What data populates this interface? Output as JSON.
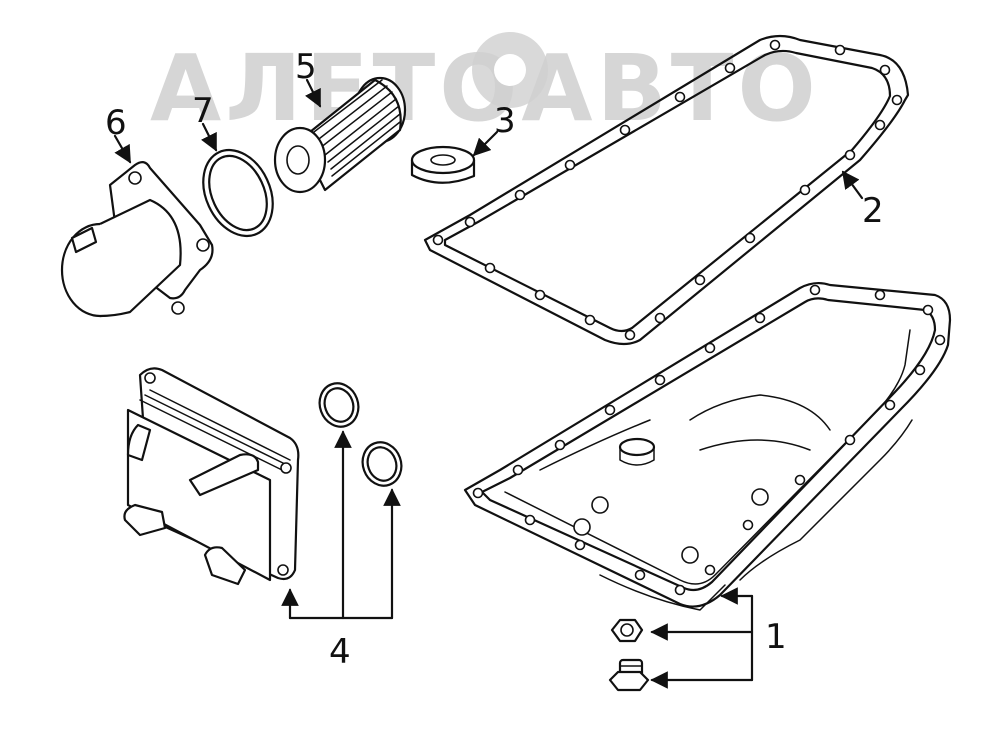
{
  "watermark": {
    "text": "АЛЕТОАВТО",
    "color": "#cccccc"
  },
  "callouts": [
    {
      "id": "1",
      "label": "1"
    },
    {
      "id": "2",
      "label": "2"
    },
    {
      "id": "3",
      "label": "3"
    },
    {
      "id": "4",
      "label": "4"
    },
    {
      "id": "5",
      "label": "5"
    },
    {
      "id": "6",
      "label": "6"
    },
    {
      "id": "7",
      "label": "7"
    }
  ]
}
